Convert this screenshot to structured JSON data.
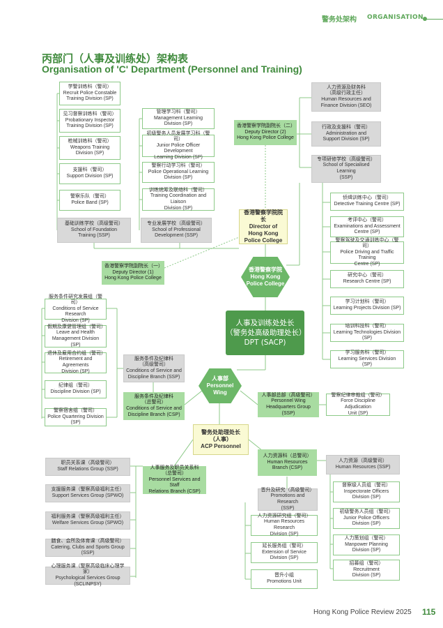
{
  "header": {
    "section_zh": "警务处架构",
    "section_en": "ORGANISATION"
  },
  "title": {
    "zh": "丙部门（人事及训练处）架构表",
    "en": "Organisation of 'C' Department (Personnel and Training)"
  },
  "footer": {
    "publication": "Hong Kong Police Review 2025",
    "page": "115"
  },
  "dpt": {
    "zh1": "人事及训练处处长",
    "zh2": "（警务处高级助理处长）",
    "en": "DPT (SACP)"
  },
  "personnel_wing": {
    "zh": "人事部",
    "en1": "Personnel",
    "en2": "Wing"
  },
  "hkpc_hex": {
    "zh": "香港警察学院",
    "en1": "Hong Kong",
    "en2": "Police College"
  },
  "director_hkpc": {
    "zh": "香港警察学院院长",
    "en1": "Director of",
    "en2": "Hong Kong",
    "en3": "Police College"
  },
  "dd1": {
    "zh": "香港警察学院副院长（一）",
    "en1": "Deputy Director (1)",
    "en2": "Hong Kong Police College"
  },
  "dd2": {
    "zh": "香港警察学院副院长（二）",
    "en1": "Deputy Director (2)",
    "en2": "Hong Kong Police College"
  },
  "sft": {
    "zh": "基础训练学校（高级警司）",
    "en1": "School of Foundation",
    "en2": "Training (SSP)"
  },
  "spd": {
    "zh": "专业发展学校（高级警司）",
    "en1": "School of Professional",
    "en2": "Development (SSP)"
  },
  "sst": {
    "zh": "专项研修学校（高级警司）",
    "en1": "School of Specialised Learning",
    "en2": "(SSP)"
  },
  "foundation_units": [
    {
      "zh": "学警训练科（警司）",
      "en1": "Recruit Police Constable",
      "en2": "Training Division (SP)"
    },
    {
      "zh": "见习督察训练科（警司）",
      "en1": "Probationary Inspector",
      "en2": "Training Division (SP)"
    },
    {
      "zh": "枪械训练科（警司）",
      "en1": "Weapons Training",
      "en2": "Division (SP)"
    },
    {
      "zh": "支援科（警司）",
      "en1": "Support Division (SP)",
      "en2": ""
    },
    {
      "zh": "警察乐队（警司）",
      "en1": "Police Band (SP)",
      "en2": ""
    }
  ],
  "professional_units": [
    {
      "zh": "管理学习科（警司）",
      "en1": "Management Learning",
      "en2": "Division (SP)"
    },
    {
      "zh": "初级警务人员发展学习科（警司）",
      "en1": "Junior Police Officer Development",
      "en2": "Learning Division (SP)"
    },
    {
      "zh": "警察行动学习科（警司）",
      "en1": "Police Operational Learning",
      "en2": "Division (SP)"
    },
    {
      "zh": "训练统筹及联络科（警司）",
      "en1": "Training Coordination and Liaison",
      "en2": "Division (SP)"
    }
  ],
  "dd2_units": [
    {
      "zh": "人力资源及财务科",
      "zh2": "（高级行政主任）",
      "en1": "Human Resources and",
      "en2": "Finance Division (SEO)"
    },
    {
      "zh": "行政及支援科（警司）",
      "zh2": "",
      "en1": "Administration and",
      "en2": "Support Division (SP)"
    }
  ],
  "specialised_units": [
    {
      "zh": "侦缉训练中心（警司）",
      "en1": "Detective Training Centre (SP)",
      "en2": ""
    },
    {
      "zh": "考评中心（警司）",
      "en1": "Examinations and Assessment",
      "en2": "Centre (SP)"
    },
    {
      "zh": "警察驾驶及交通训练中心（警司）",
      "en1": "Police Driving and Traffic Training",
      "en2": "Centre (SP)"
    },
    {
      "zh": "研究中心（警司）",
      "en1": "Research Centre (SP)",
      "en2": ""
    },
    {
      "zh": "学习计划科（警司）",
      "en1": "Learning Projects Division (SP)",
      "en2": ""
    },
    {
      "zh": "培训科技科（警司）",
      "en1": "Learning Technologies Division (SP)",
      "en2": ""
    },
    {
      "zh": "学习服务科（警司）",
      "en1": "Learning Services Division (SP)",
      "en2": ""
    }
  ],
  "conditions_units": [
    {
      "zh": "服务条件研究发展组（警司）",
      "en1": "Conditions of Service Research",
      "en2": "Division (SP)"
    },
    {
      "zh": "假期及康健管理组（警司）",
      "en1": "Leave and Health",
      "en2": "Management Division (SP)"
    },
    {
      "zh": "退休及雇用合约组（警司）",
      "en1": "Retirement and Agreements",
      "en2": "Division (SP)"
    },
    {
      "zh": "纪律组（警司）",
      "en1": "Discipline Division (SP)",
      "en2": ""
    },
    {
      "zh": "警察宿舍组（警司）",
      "en1": "Police Quartering Division (SP)",
      "en2": ""
    }
  ],
  "cdb_ssp": {
    "zh1": "服务条件及纪律科",
    "zh2": "（高级警司）",
    "en1": "Conditions of Service and",
    "en2": "Discipline Branch (SSP)"
  },
  "cdb_csp": {
    "zh1": "服务条件及纪律科",
    "zh2": "（总警司）",
    "en1": "Conditions of Service and",
    "en2": "Discipline Branch (CSP)"
  },
  "pwhq": {
    "zh": "人事部总部（高级警司）",
    "en1": "Personnel Wing",
    "en2": "Headquarters Group (SSP)"
  },
  "fdau": {
    "zh": "警察纪律审裁组（警司）",
    "en1": "Force Discipline Adjudication",
    "en2": "Unit (SP)"
  },
  "acp": {
    "zh1": "警务处助理处长",
    "zh2": "（人事）",
    "en": "ACP Personnel"
  },
  "psr": {
    "zh1": "人事服务及职员关系科",
    "zh2": "（总警司）",
    "en1": "Personnel Services and Staff",
    "en2": "Relations Branch (CSP)"
  },
  "psr_units": [
    {
      "zh": "职员关系课（高级警司）",
      "en": "Staff Relations Group (SSP)"
    },
    {
      "zh": "支援服务课（警察高级福利主任）",
      "en": "Support Services Group (SPWO)"
    },
    {
      "zh": "福利服务课（警察高级福利主任）",
      "en": "Welfare Services Group (SPWO)"
    },
    {
      "zh": "膳食、会所及体育课（高级警司）",
      "en": "Catering, Clubs and Sports Group (SSP)"
    },
    {
      "zh": "心理服务课（警察高级临床心理学家）",
      "en": "Psychological Services Group (SCLINPSY)"
    }
  ],
  "hrb": {
    "zh": "人力资源科（总警司）",
    "en1": "Human Resources",
    "en2": "Branch (CSP)"
  },
  "hr_ssp": {
    "zh": "人力资源（高级警司）",
    "en": "Human Resources (SSP)"
  },
  "hr_ssp_units": [
    {
      "zh": "督察级人员组（警司）",
      "en1": "Inspectorate Officers",
      "en2": "Division (SP)"
    },
    {
      "zh": "初级警务人员组（警司）",
      "en1": "Junior Police Officers",
      "en2": "Division (SP)"
    },
    {
      "zh": "人力策划组（警司）",
      "en1": "Manpower Planning",
      "en2": "Division (SP)"
    },
    {
      "zh": "招募组（警司）",
      "en1": "Recruitment",
      "en2": "Division (SP)"
    }
  ],
  "promo": {
    "zh": "晋升及研究（高级警司）",
    "en1": "Promotions and Research",
    "en2": "(SSP)"
  },
  "promo_units": [
    {
      "zh": "人力资源研究组（警司）",
      "en1": "Human Resources Research",
      "en2": "Division (SP)"
    },
    {
      "zh": "延长服务组（警司）",
      "en1": "Extension of Service",
      "en2": "Division (SP)"
    },
    {
      "zh": "晋升小组",
      "en1": "Promotions Unit",
      "en2": ""
    }
  ]
}
